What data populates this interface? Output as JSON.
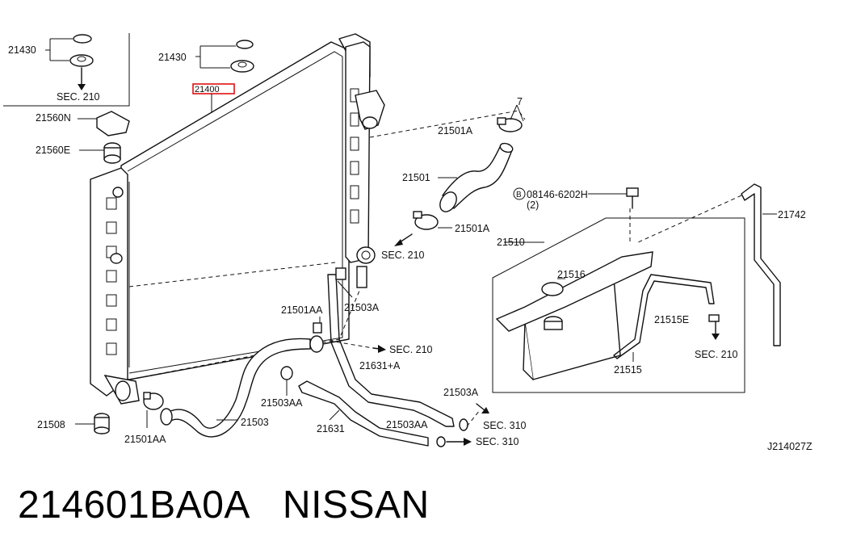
{
  "diagram_code": "J214027Z",
  "callouts": {
    "c21430_inset": "21430",
    "sec210_inset": "SEC. 210",
    "c21430": "21430",
    "c21400": "21400",
    "c21560N": "21560N",
    "c21560E": "21560E",
    "c7": "7",
    "c21501A_top": "21501A",
    "c21501": "21501",
    "c21501A_bot": "21501A",
    "sec210_a": "SEC. 210",
    "bolt": "08146-6202H",
    "bolt_qty": "(2)",
    "bolt_mark": "B",
    "c21742": "21742",
    "c21510": "21510",
    "c21516": "21516",
    "c21515E": "21515E",
    "sec210_b": "SEC. 210",
    "c21515": "21515",
    "c21501AA_top": "21501AA",
    "c21503A_top": "21503A",
    "sec210_c": "SEC. 210",
    "c21631A": "21631+A",
    "c21503AA_mid": "21503AA",
    "c21503A_bot": "21503A",
    "sec310_a": "SEC. 310",
    "sec310_b": "SEC. 310",
    "c21503": "21503",
    "c21631": "21631",
    "c21503AA_bot": "21503AA",
    "c21508": "21508",
    "c21501AA_bot": "21501AA"
  },
  "caption": {
    "part_number": "214601BA0A",
    "brand": "NISSAN"
  }
}
